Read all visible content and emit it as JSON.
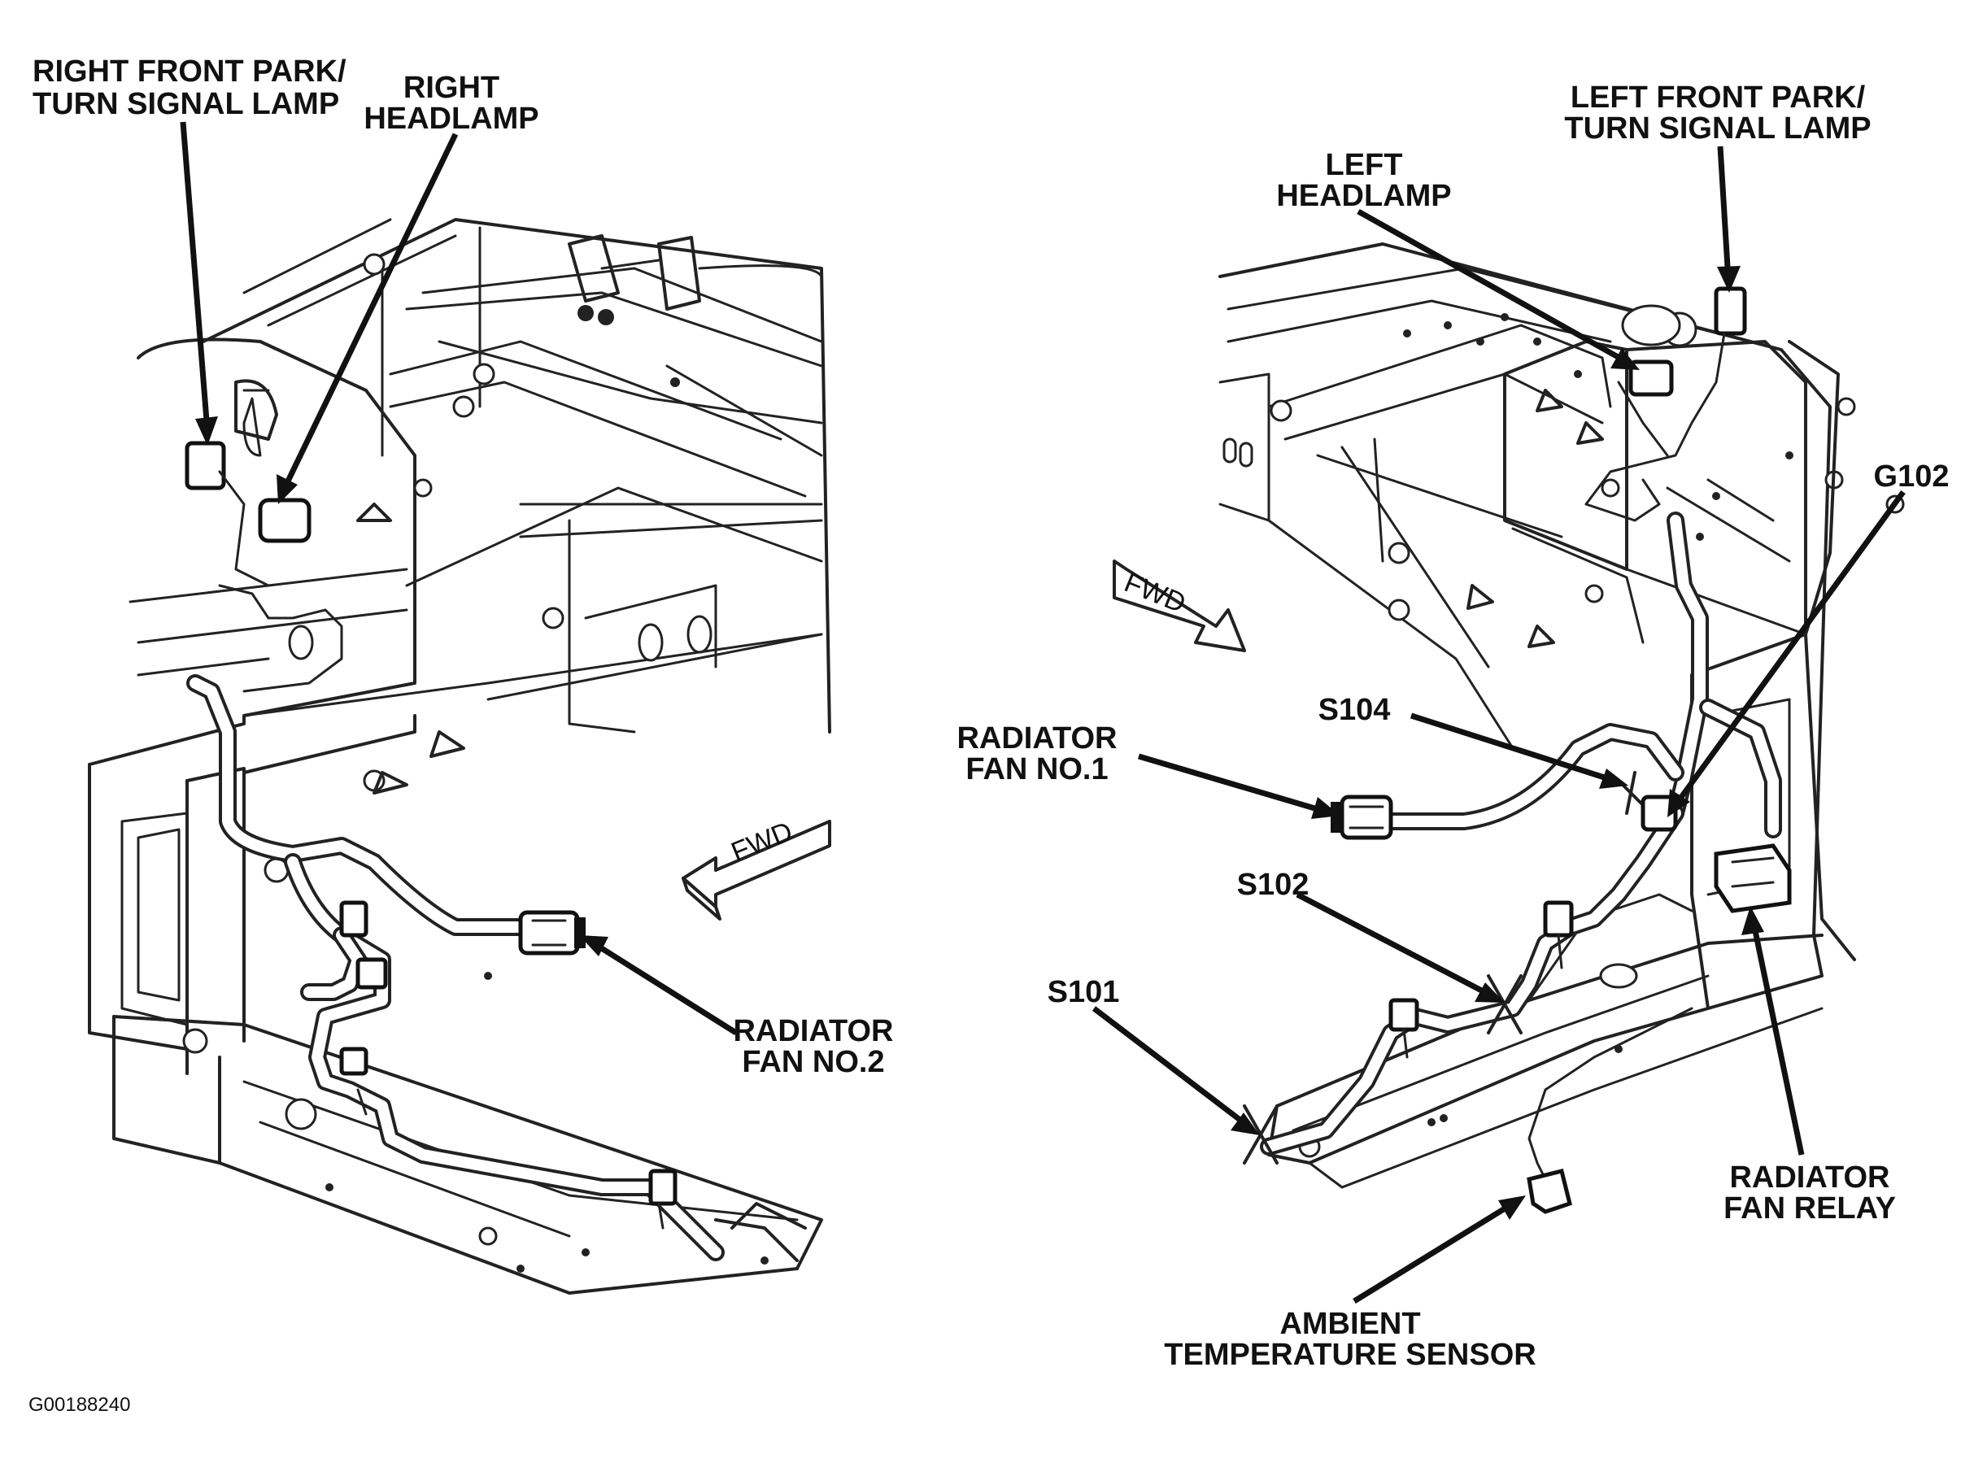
{
  "labels": {
    "right_front_park_line1": "RIGHT FRONT PARK/",
    "right_front_park_line2": "TURN SIGNAL LAMP",
    "right_headlamp_line1": "RIGHT",
    "right_headlamp_line2": "HEADLAMP",
    "left_front_park_line1": "LEFT FRONT PARK/",
    "left_front_park_line2": "TURN SIGNAL LAMP",
    "left_headlamp_line1": "LEFT",
    "left_headlamp_line2": "HEADLAMP",
    "g102": "G102",
    "s104": "S104",
    "radiator_fan_1_line1": "RADIATOR",
    "radiator_fan_1_line2": "FAN NO.1",
    "s102": "S102",
    "s101": "S101",
    "radiator_fan_2_line1": "RADIATOR",
    "radiator_fan_2_line2": "FAN NO.2",
    "radiator_fan_relay_line1": "RADIATOR",
    "radiator_fan_relay_line2": "FAN RELAY",
    "ambient_sensor_line1": "AMBIENT",
    "ambient_sensor_line2": "TEMPERATURE SENSOR",
    "fwd_left": "FWD",
    "fwd_right": "FWD",
    "figure_id": "G00188240"
  },
  "colors": {
    "ink": "#111111",
    "paper": "#ffffff"
  }
}
